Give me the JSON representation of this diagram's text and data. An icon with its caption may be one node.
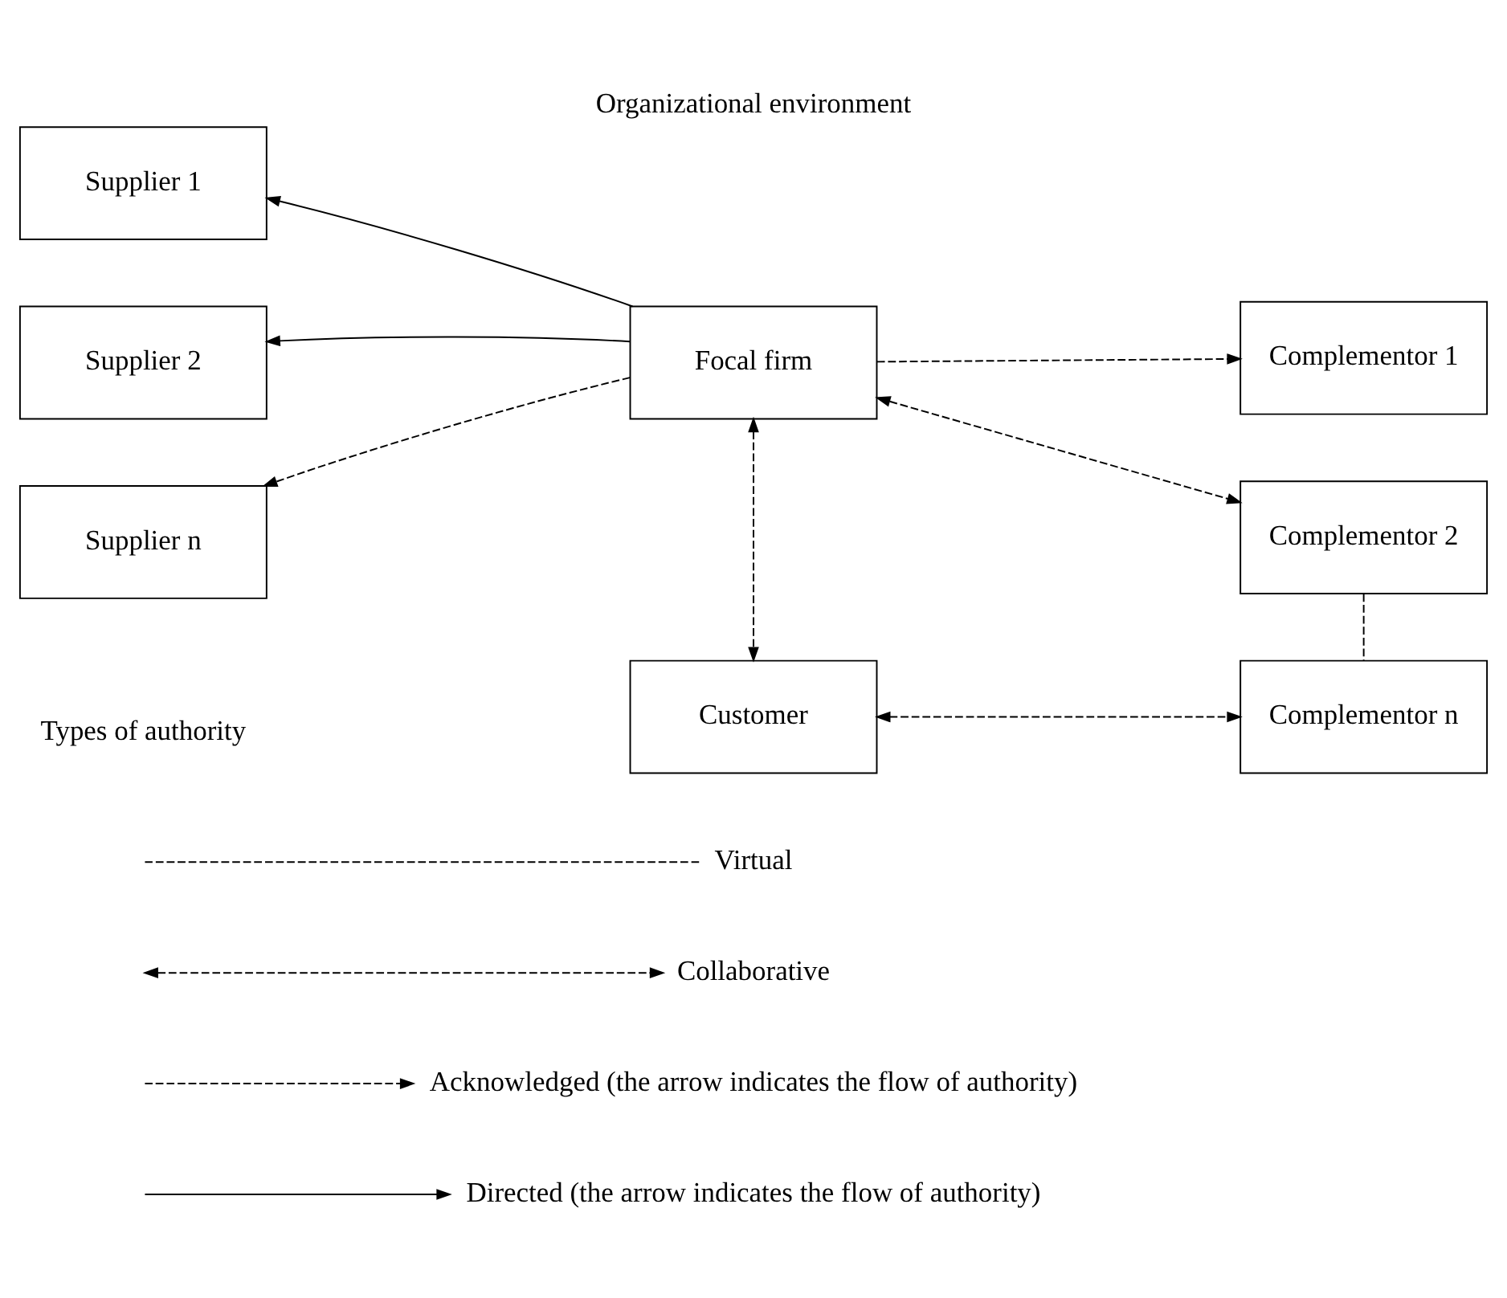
{
  "diagram": {
    "title": "Organizational environment",
    "nodes": [
      {
        "text": [
          "Supplier 1"
        ]
      },
      {
        "text": [
          "Focal firm"
        ]
      },
      {
        "text": [
          "Complementor 1"
        ]
      },
      {
        "text": [
          "Supplier 2"
        ]
      },
      {
        "text": [
          "Complementor 2"
        ]
      },
      {
        "text": [
          "Customer"
        ]
      },
      {
        "text": [
          "Supplier n"
        ]
      },
      {
        "text": [
          "Complementor n"
        ]
      }
    ],
    "edges": [
      {
        "from": 1,
        "to": 0,
        "arrow": "to"
      },
      {
        "from": 1,
        "to": 3,
        "arrow": "to"
      },
      {
        "from": 1,
        "to": 6,
        "arrow": "to",
        "style": "dashed"
      },
      {
        "from": 1,
        "to": 2,
        "arrow": "to",
        "style": "dashed"
      },
      {
        "from": 1,
        "to": 4,
        "arrow": "both",
        "style": "dashed"
      },
      {
        "from": 1,
        "to": 5,
        "arrow": "both",
        "style": "dashed"
      },
      {
        "from": 5,
        "to": 7,
        "arrow": "both",
        "style": "dashed"
      },
      {
        "from": 4,
        "to": 7,
        "arrow": "none",
        "style": "dashed"
      }
    ],
    "labels": [
      "Types of authority"
    ],
    "legend": [
      {
        "text": "Virtual"
      },
      {
        "text": "Collaborative"
      },
      {
        "text": "Acknowledged (the arrow indicates the flow of authority)"
      },
      {
        "text": "Directed (the arrow indicates the flow of authority)"
      }
    ]
  }
}
